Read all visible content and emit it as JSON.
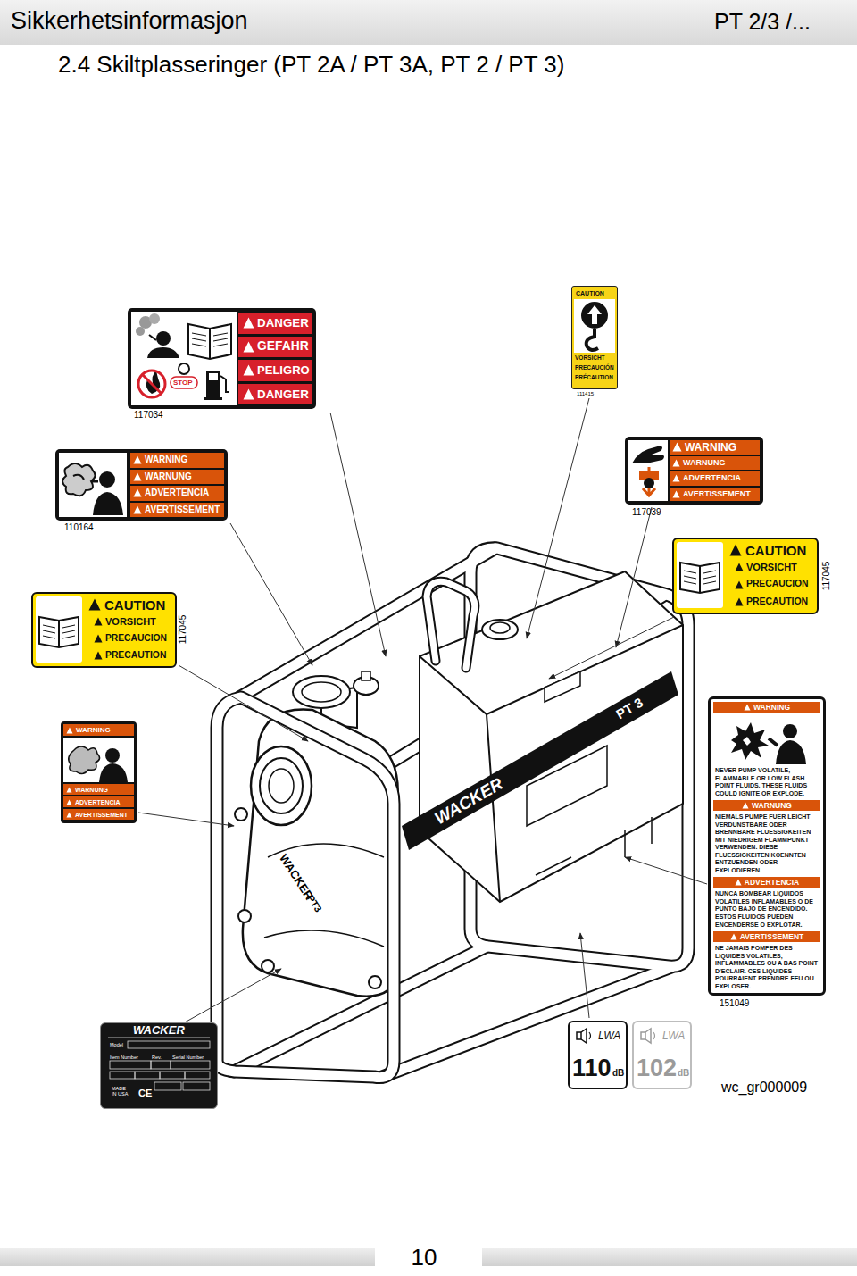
{
  "diagram": {
    "title": "2.4 Skiltplasseringer (PT 2A / PT 3A, PT 2 / PT 3)",
    "nodes": [
      {
        "text": [
          "DANGER",
          "GEFAHR",
          "PELIGRO",
          "DANGER",
          "STOP"
        ]
      },
      {
        "text": [
          "CAUTION",
          "VORSICHT",
          "PRECAUCIÓN",
          "PRÉCAUTION"
        ]
      },
      {
        "text": [
          "WARNING",
          "WARNUNG",
          "ADVERTENCIA",
          "AVERTISSEMENT"
        ]
      },
      {
        "text": [
          "WARNING",
          "WARNUNG",
          "ADVERTENCIA",
          "AVERTISSEMENT"
        ]
      },
      {
        "text": [
          "CAUTION",
          "VORSICHT",
          "PRECAUCION",
          "PRECAUTION"
        ]
      },
      {
        "text": [
          "CAUTION",
          "VORSICHT",
          "PRECAUCION",
          "PRECAUTION"
        ]
      },
      {
        "text": [
          "WARNING",
          "WARNUNG",
          "ADVERTENCIA",
          "AVERTISSEMENT"
        ]
      },
      {
        "text": [
          "WARNING",
          "NEVER PUMP VOLATILE, FLAMMABLE OR LOW FLASH POINT FLUIDS. THESE FLUIDS COULD IGNITE OR EXPLODE.",
          "WARNUNG",
          "NIEMALS PUMPE FUER LEICHT VERDUNSTBARE ODER BRENNBARE FLUESSIGKEITEN MIT NIEDRIGEM FLAMMPUNKT VERWENDEN. DIESE FLUESSIGKEITEN KOENNTEN ENTZUENDEN ODER EXPLODIEREN.",
          "ADVERTENCIA",
          "NUNCA BOMBEAR LIQUIDOS VOLATILES INFLAMABLES O DE PUNTO BAJO DE ENCENDIDO. ESTOS FLUIDOS PUEDEN ENCENDERSE O EXPLOTAR.",
          "AVERTISSEMENT",
          "NE JAMAIS POMPER DES LIQUIDES VOLATILES, INFLAMMABLES OU A BAS POINT D'ECLAIR. CES LIQUIDES POURRAIENT PRENDRE FEU OU EXPLOSER."
        ]
      },
      {
        "text": [
          "WACKER",
          "Model",
          "Item Number",
          "Rev.",
          "Serial Number",
          "MADE IN USA",
          "CE"
        ]
      },
      {
        "text": [
          "LWA",
          "110",
          "dB"
        ]
      },
      {
        "text": [
          "LWA",
          "102",
          "dB"
        ]
      }
    ],
    "labels": [
      "Sikkerhetsinformasjon",
      "PT 2/3 /...",
      "117034",
      "111415",
      "110164",
      "117039",
      "117045",
      "117045",
      "151049",
      "PT 3",
      "WACKER",
      "WACKER",
      "PT3",
      "wc_gr000009",
      "10"
    ]
  }
}
